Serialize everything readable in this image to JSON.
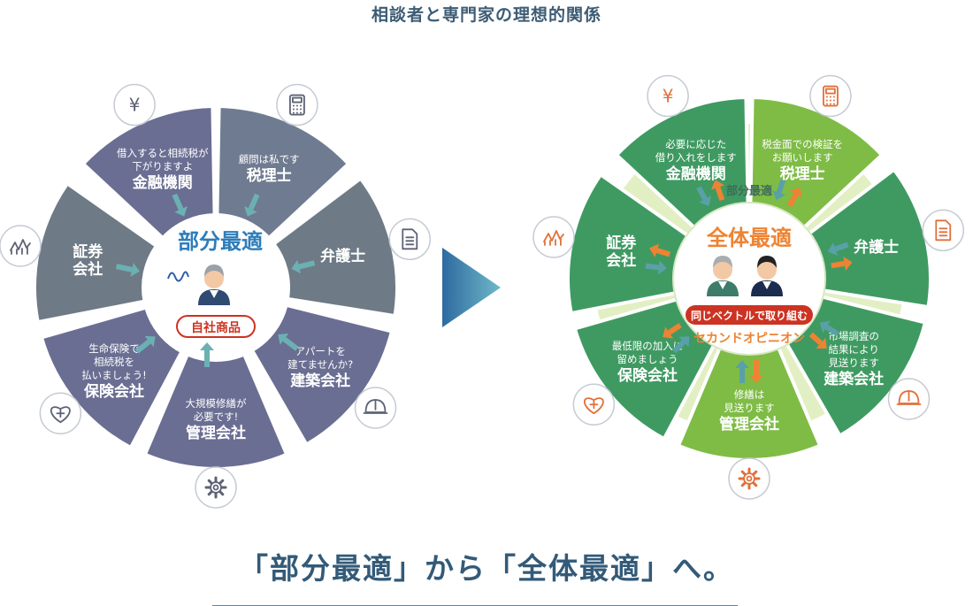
{
  "title": "相談者と専門家の理想的関係",
  "tagline": "「部分最適」から「全体最適」へ。",
  "colors": {
    "left_dark": "#5d6275",
    "left_purple": "#6a6e92",
    "left_gray": "#6e7a86",
    "right_green": "#3f9a62",
    "right_light": "#7fbc46",
    "accent": "#cc3322",
    "orange": "#ee8333",
    "teal_arrow": "#6bb0b3",
    "center_text": "#2e7dbb"
  },
  "left": {
    "center_title": "部分最適",
    "center_badge": "自社商品",
    "segments": [
      {
        "name": "金融機関",
        "desc": [
          "借入すると相続税が",
          "下がりますよ"
        ],
        "icon": "yen-icon"
      },
      {
        "name": "税理士",
        "desc": [
          "顧問は私です"
        ],
        "icon": "calculator-icon"
      },
      {
        "name": "弁護士",
        "desc": [],
        "icon": "document-icon"
      },
      {
        "name": "建築会社",
        "desc": [
          "アパートを",
          "建てませんか?"
        ],
        "icon": "helmet-icon"
      },
      {
        "name": "管理会社",
        "desc": [
          "大規模修繕が",
          "必要です!"
        ],
        "icon": "gear-icon"
      },
      {
        "name": "保険会社",
        "desc": [
          "生命保険で",
          "相続税を",
          "払いましょう!"
        ],
        "icon": "heart-icon"
      },
      {
        "name": "証券\n会社",
        "desc": [],
        "icon": "chart-icon"
      }
    ]
  },
  "right": {
    "center_title": "全体最適",
    "ring_label": "部分最適",
    "banner": "同じベクトルで取り組む",
    "subtitle": "セカンドオピニオン",
    "segments": [
      {
        "name": "金融機関",
        "desc": [
          "必要に応じた",
          "借り入れをします"
        ],
        "icon": "yen-icon"
      },
      {
        "name": "税理士",
        "desc": [
          "税金面での検証を",
          "お願いします"
        ],
        "icon": "calculator-icon"
      },
      {
        "name": "弁護士",
        "desc": [],
        "icon": "document-icon"
      },
      {
        "name": "建築会社",
        "desc": [
          "市場調査の",
          "結果により",
          "見送ります"
        ],
        "icon": "helmet-icon"
      },
      {
        "name": "管理会社",
        "desc": [
          "修繕は",
          "見送ります"
        ],
        "icon": "gear-icon"
      },
      {
        "name": "保険会社",
        "desc": [
          "最低限の加入に",
          "留めましょう"
        ],
        "icon": "heart-icon"
      },
      {
        "name": "証券\n会社",
        "desc": [],
        "icon": "chart-icon"
      }
    ]
  }
}
